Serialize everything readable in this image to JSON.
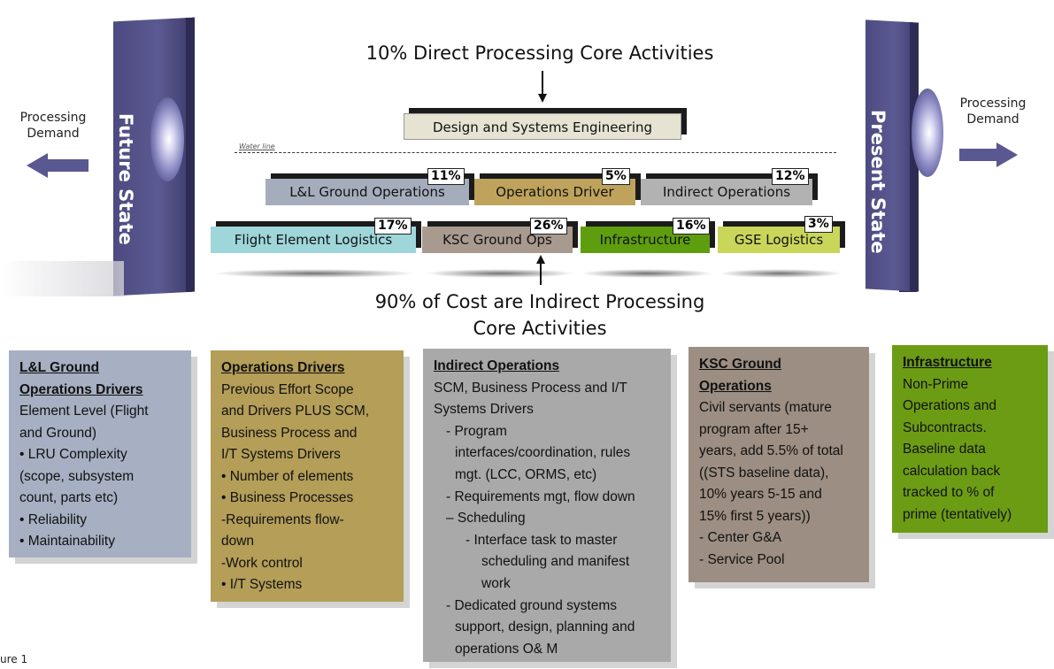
{
  "headings": {
    "top": "10% Direct Processing Core Activities",
    "bottom_line1": "90% of Cost are Indirect Processing",
    "bottom_line2": "Core Activities"
  },
  "left_side": {
    "wall_label": "Future State",
    "arrow_text_line1": "Processing",
    "arrow_text_line2": "Demand"
  },
  "right_side": {
    "wall_label": "Present State",
    "arrow_text_line1": "Processing",
    "arrow_text_line2": "Demand"
  },
  "waterline_label": "Water line",
  "blocks": {
    "design": {
      "label": "Design and Systems Engineering",
      "color": "#e6e3d2"
    },
    "ll_ground": {
      "label": "L&L Ground Operations",
      "pct": "11%",
      "color": "#a5adbd"
    },
    "ops_driver": {
      "label": "Operations Driver",
      "pct": "5%",
      "color": "#bfa35c"
    },
    "indirect_ops": {
      "label": "Indirect Operations",
      "pct": "12%",
      "color": "#b2b2b2"
    },
    "flight_element": {
      "label": "Flight Element Logistics",
      "pct": "17%",
      "color": "#9ed6da"
    },
    "ksc_ground": {
      "label": "KSC Ground Ops",
      "pct": "26%",
      "color": "#a99a8f"
    },
    "infrastructure": {
      "label": "Infrastructure",
      "pct": "16%",
      "color": "#5e9e0e"
    },
    "gse": {
      "label": "GSE Logistics",
      "pct": "3%",
      "color": "#c9d65a"
    }
  },
  "cards": {
    "ll": {
      "title_line1": "L&L Ground",
      "title_line2": "Operations Drivers",
      "lines": [
        "Element Level (Flight",
        "and Ground)",
        "• LRU Complexity",
        "(scope, subsystem",
        "count, parts etc)",
        "• Reliability",
        "• Maintainability"
      ],
      "color": "#a6b0c2"
    },
    "ops": {
      "title": "Operations Drivers",
      "lines": [
        "Previous Effort Scope",
        "and Drivers PLUS SCM,",
        "Business Process and",
        "I/T Systems Drivers",
        "• Number of elements",
        "• Business Processes",
        "-Requirements flow-",
        "down",
        "-Work control",
        "• I/T Systems"
      ],
      "color": "#b49e58"
    },
    "indirect": {
      "title": "Indirect Operations",
      "lines": [
        "SCM, Business Process and I/T",
        "Systems Drivers",
        "- Program",
        "interfaces/coordination, rules",
        "mgt. (LCC, ORMS, etc)",
        "- Requirements mgt, flow down",
        "– Scheduling",
        "- Interface task to master",
        "scheduling and manifest",
        "work",
        "- Dedicated ground systems",
        "support, design, planning and",
        "operations O& M"
      ],
      "color": "#a9a9a9"
    },
    "ksc": {
      "title_line1": "KSC Ground",
      "title_line2": "Operations",
      "lines": [
        "Civil servants (mature",
        "program after 15+",
        "years, add 5.5% of total",
        "((STS baseline data),",
        "10% years 5-15 and",
        "15% first 5 years))",
        " - Center G&A",
        " - Service Pool"
      ],
      "color": "#9c8e82"
    },
    "infra": {
      "title": "Infrastructure",
      "lines": [
        "Non-Prime",
        "Operations and",
        "Subcontracts.",
        "Baseline data",
        "calculation back",
        "tracked to % of",
        "prime (tentatively)"
      ],
      "color": "#6c9c14"
    }
  },
  "footer": "ure 1"
}
